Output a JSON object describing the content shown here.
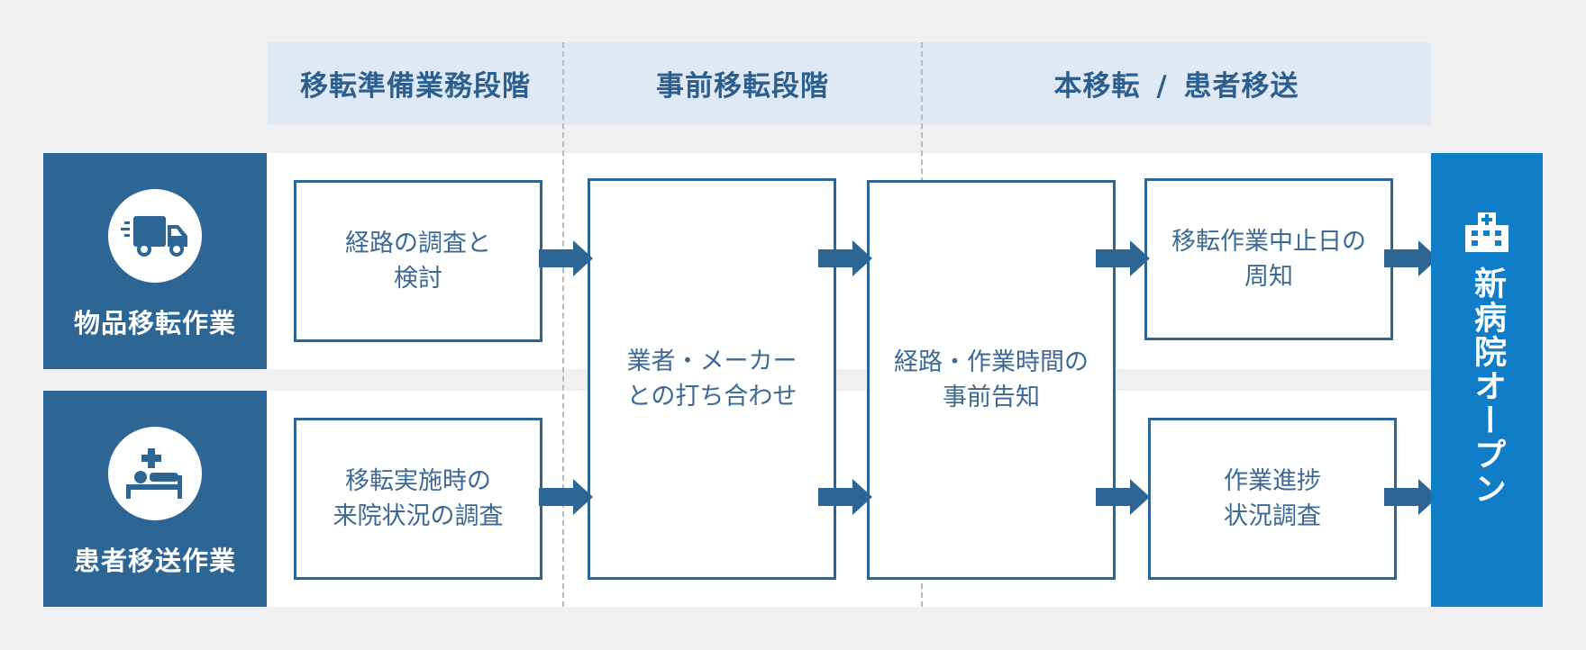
{
  "phases": [
    {
      "label": "移転準備業務段階"
    },
    {
      "label": "事前移転段階"
    },
    {
      "label": "本移転 / 患者移送"
    }
  ],
  "lanes": [
    {
      "label": "物品移転作業",
      "icon": "truck-icon"
    },
    {
      "label": "患者移送作業",
      "icon": "patient-bed-icon"
    }
  ],
  "boxes": {
    "route_survey": "経路の調査と\n検討",
    "visit_survey": "移転実施時の\n来院状況の調査",
    "vendor_meeting": "業者・メーカー\nとの打ち合わせ",
    "advance_notice": "経路・作業時間の\n事前告知",
    "suspension_notice": "移転作業中止日の\n周知",
    "progress_survey": "作業進捗\n状況調査"
  },
  "open": {
    "label": "新病院オープン",
    "icon": "hospital-icon"
  },
  "colors": {
    "lane_head": "#2d6694",
    "phase_bar": "#dfe9f6",
    "phase_text": "#2c5f8d",
    "box_border": "#2d6694",
    "box_text": "#3d6a94",
    "open_bar": "#0f7dc8",
    "background": "#f0f0f0"
  }
}
